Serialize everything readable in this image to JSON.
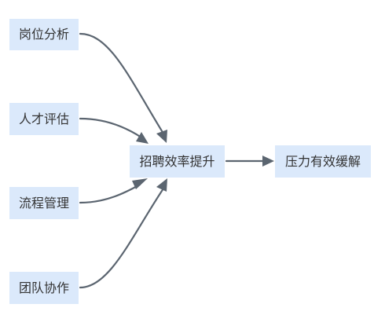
{
  "nodes": {
    "gangwei": "岗位分析",
    "rencai": "人才评估",
    "liucheng": "流程管理",
    "tuandui": "团队协作",
    "zhaopin": "招聘效率提升",
    "yali": "压力有效缓解"
  },
  "colors": {
    "node_fill": "#dbe9fb",
    "edge": "#5b6570",
    "text": "#333333"
  }
}
